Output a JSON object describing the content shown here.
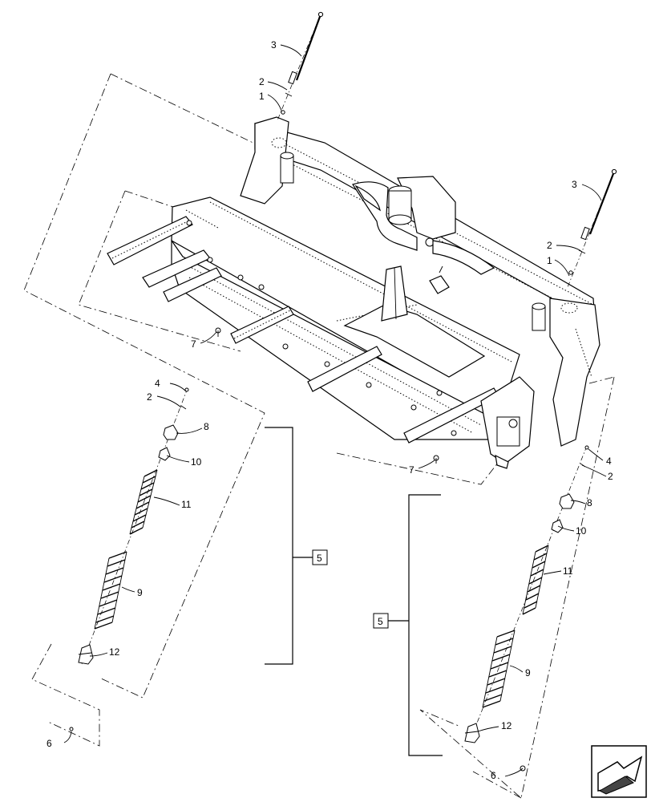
{
  "labels": {
    "l1a": "1",
    "l2a": "2",
    "l3a": "3",
    "l1b": "1",
    "l2b": "2",
    "l3b": "3",
    "l4a": "4",
    "l2c": "2",
    "l8a": "8",
    "l10a": "10",
    "l11a": "11",
    "l9a": "9",
    "l12a": "12",
    "l4b": "4",
    "l2d": "2",
    "l8b": "8",
    "l10b": "10",
    "l11b": "11",
    "l9b": "9",
    "l12b": "12",
    "l5a": "5",
    "l5b": "5",
    "l6a": "6",
    "l6b": "6",
    "l7a": "7",
    "l7b": "7"
  },
  "icons": {
    "navigation": "next-page-arrow-icon"
  }
}
